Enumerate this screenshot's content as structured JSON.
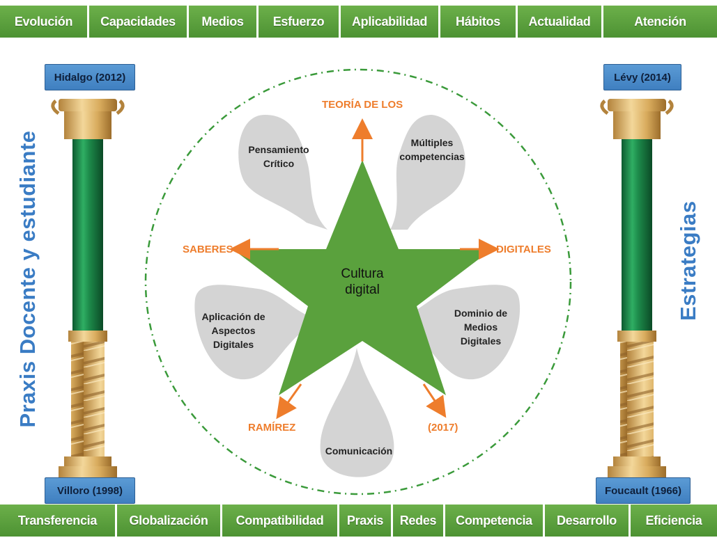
{
  "top_bar": [
    "Evolución",
    "Capacidades",
    "Medios",
    "Esfuerzo",
    "Aplicabilidad",
    "Hábitos",
    "Actualidad",
    "Atención"
  ],
  "bottom_bar": [
    "Transferencia",
    "Globalización",
    "Compatibilidad",
    "Praxis",
    "Redes",
    "Competencia",
    "Desarrollo",
    "Eficiencia"
  ],
  "left_column": {
    "top_label": "Hidalgo (2012)",
    "bottom_label": "Villoro (1998)",
    "side_text": "Praxis Docente y estudiante"
  },
  "right_column": {
    "top_label": "Lévy (2014)",
    "bottom_label": "Foucault (1966)",
    "side_text": "Estrategias"
  },
  "center": {
    "title_line1": "Cultura",
    "title_line2": "digital"
  },
  "petals": {
    "top_left": [
      "Pensamiento",
      "Crítico"
    ],
    "top_right": [
      "Múltiples",
      "competencias"
    ],
    "left": [
      "Aplicación de",
      "Aspectos",
      "Digitales"
    ],
    "right": [
      "Dominio de",
      "Medios",
      "Digitales"
    ],
    "bottom": [
      "Comunicación"
    ]
  },
  "arrow_labels": {
    "top": "TEORÍA DE LOS",
    "left": "SABERES",
    "right": "DIGITALES",
    "bottom_left": "RAMÍREZ",
    "bottom_right": "(2017)"
  },
  "colors": {
    "green_bar": "#5aa13d",
    "star": "#5aa13d",
    "blue_label": "#4a88c8",
    "side_text": "#3a7cc4",
    "orange": "#ee7d2c",
    "petal": "#d4d4d4",
    "column": "#1c8a4c"
  }
}
